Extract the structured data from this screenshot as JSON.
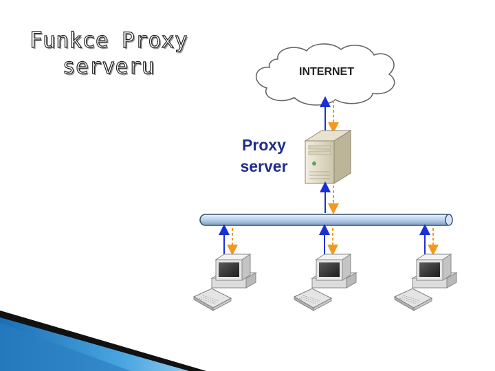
{
  "slide": {
    "title_line1": "Funkce Proxy",
    "title_line2": "serveru"
  },
  "diagram": {
    "internet_label": "INTERNET",
    "proxy_label_line1": "Proxy",
    "proxy_label_line2": "server",
    "client_count": 3,
    "colors": {
      "request_arrow": "#1c2fd4",
      "response_arrow": "#f29a1e",
      "bus_fill": "#c7d9ef",
      "bus_stroke": "#31506f",
      "cloud_stroke": "#666666",
      "proxy_text": "#1f2d8c",
      "decoration_dark": "#111111",
      "decoration_blue": "#2d8ed0"
    },
    "icons": [
      "cloud-icon",
      "server-tower-icon",
      "desktop-computer-icon",
      "keyboard-icon"
    ]
  }
}
